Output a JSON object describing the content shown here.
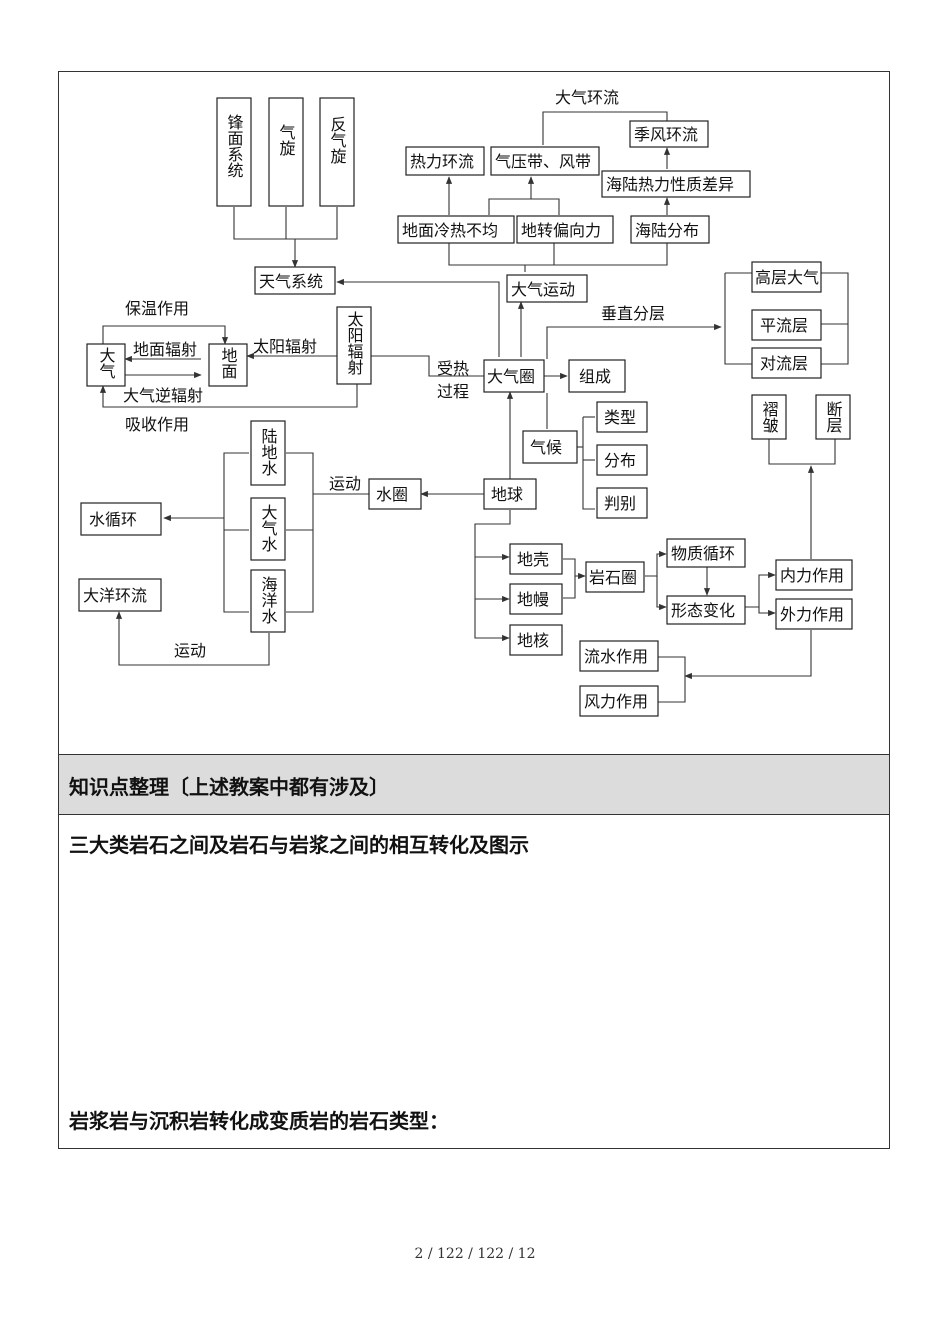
{
  "diagram": {
    "nodes": {
      "n1": "锋面系统",
      "n2": "气旋",
      "n3": "反气旋",
      "n4": "大气环流",
      "n5": "季风环流",
      "n6": "热力环流",
      "n7": "气压带、风带",
      "n8": "海陆热力性质差异",
      "n9": "地面冷热不均",
      "n10": "地转偏向力",
      "n11": "海陆分布",
      "n12": "天气系统",
      "n13": "大气运动",
      "n14": "高层大气",
      "n15": "平流层",
      "n16": "对流层",
      "n17": "垂直分层",
      "n18": "保温作用",
      "n19": "大气",
      "n20": "地面",
      "n21": "地面辐射",
      "n22": "太阳辐射",
      "n23": "太阳辐射",
      "n24": "大气逆辐射",
      "n25": "吸收作用",
      "n26": "受热",
      "n27": "过程",
      "n28": "大气圈",
      "n29": "组成",
      "n30": "气候",
      "n31": "类型",
      "n32": "分布",
      "n33": "判别",
      "n34": "褶皱",
      "n35": "断层",
      "n36": "陆地水",
      "n37": "大气水",
      "n38": "海洋水",
      "n39": "运动",
      "n40": "水圈",
      "n41": "地球",
      "n42": "水循环",
      "n43": "大洋环流",
      "n44": "运动",
      "n45": "地壳",
      "n46": "地幔",
      "n47": "地核",
      "n48": "岩石圈",
      "n49": "物质循环",
      "n50": "形态变化",
      "n51": "内力作用",
      "n52": "外力作用",
      "n53": "流水作用",
      "n54": "风力作用"
    }
  },
  "section": {
    "knowledge_title": "知识点整理〔上述教案中都有涉及〕",
    "line1": "三大类岩石之间及岩石与岩浆之间的相互转化及图示",
    "line2": "岩浆岩与沉积岩转化成变质岩的岩石类型："
  },
  "footer": {
    "page": "2 / 122 / 122 / 12"
  }
}
